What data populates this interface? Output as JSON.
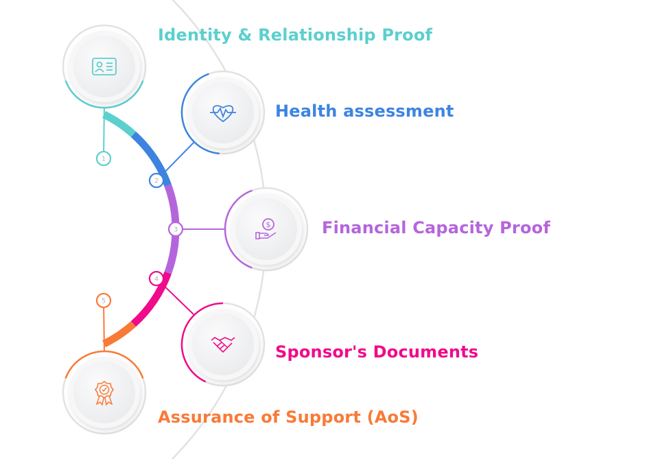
{
  "steps": [
    {
      "number": "1",
      "label": "Identity & Relationship Proof",
      "icon": "id-card-icon",
      "color": "#5ccfcf"
    },
    {
      "number": "2",
      "label": "Health assessment",
      "icon": "heart-pulse-icon",
      "color": "#3d84e0"
    },
    {
      "number": "3",
      "label": "Financial Capacity Proof",
      "icon": "hand-dollar-icon",
      "color": "#b565dc"
    },
    {
      "number": "4",
      "label": "Sponsor's Documents",
      "icon": "handshake-icon",
      "color": "#f00a8c"
    },
    {
      "number": "5",
      "label": "Assurance of Support (AoS)",
      "icon": "award-badge-icon",
      "color": "#f97a37"
    }
  ],
  "colors": {
    "track": "#e2e2e2",
    "circle_face": "#f4f5f6"
  }
}
